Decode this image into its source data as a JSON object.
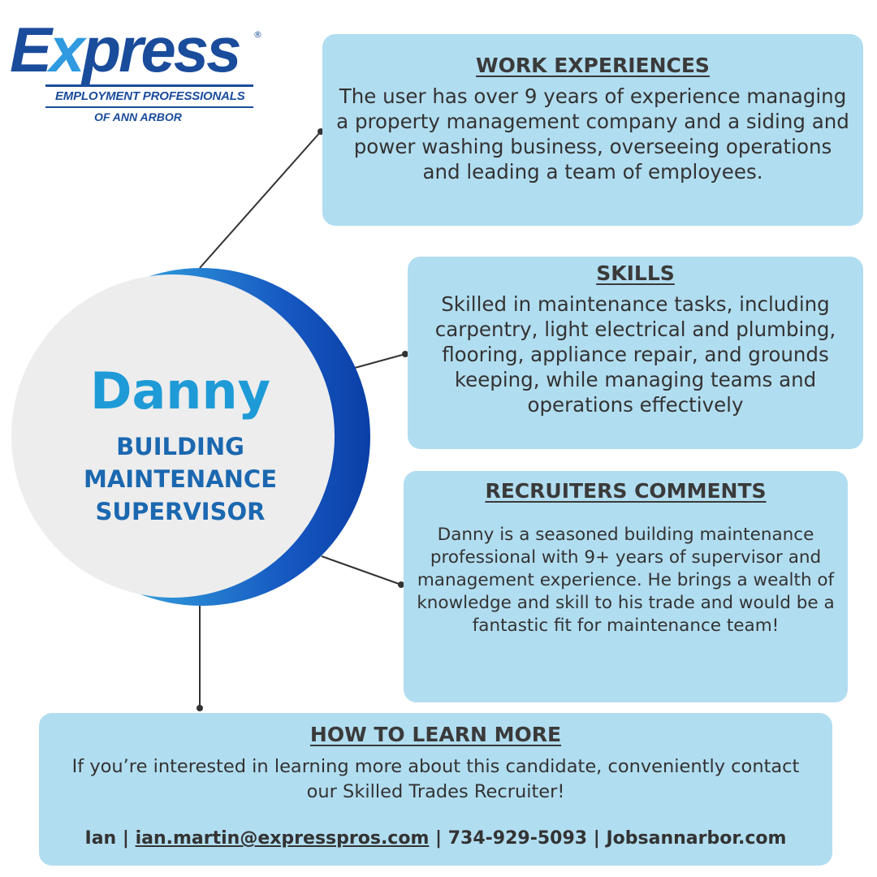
{
  "logo": {
    "brand": "Express",
    "brand_first_letter": "E",
    "brand_x_letter": "x",
    "brand_rest": "press",
    "registered_mark": "®",
    "tagline": "EMPLOYMENT PROFESSIONALS",
    "location": "OF ANN ARBOR"
  },
  "candidate": {
    "name": "Danny",
    "role_lines": [
      "BUILDING",
      "MAINTENANCE",
      "SUPERVISOR"
    ]
  },
  "work": {
    "heading": "WORK EXPERIENCES",
    "text": "The user has over 9 years of experience managing a property management company and a siding and power washing business, overseeing operations and leading a team of employees."
  },
  "skills": {
    "heading": "SKILLS",
    "text": "Skilled in maintenance tasks, including carpentry, light electrical and plumbing, flooring, appliance repair, and grounds keeping, while managing teams and operations effectively"
  },
  "recruiter": {
    "heading": "RECRUITERS COMMENTS ",
    "text": "Danny is a seasoned building maintenance professional with 9+ years of supervisor and management experience. He brings a wealth of knowledge and skill to his trade and would be a fantastic fit for maintenance team!"
  },
  "learn_more": {
    "heading": "HOW TO LEARN MORE",
    "text": "If you’re interested in learning more about this candidate, conveniently contact our Skilled Trades Recruiter!",
    "contact_name": "Ian",
    "separator": " | ",
    "email": "ian.martin@expresspros.com",
    "phone": "734-929-5093",
    "website": "Jobsannarbor.com"
  },
  "colors": {
    "box_background": "#b1ddf0",
    "name_color": "#1e9bd7",
    "role_color": "#1b68b0",
    "brand_blue": "#1a4c9c",
    "circle_gradient_dark": "#0a3fa6"
  }
}
